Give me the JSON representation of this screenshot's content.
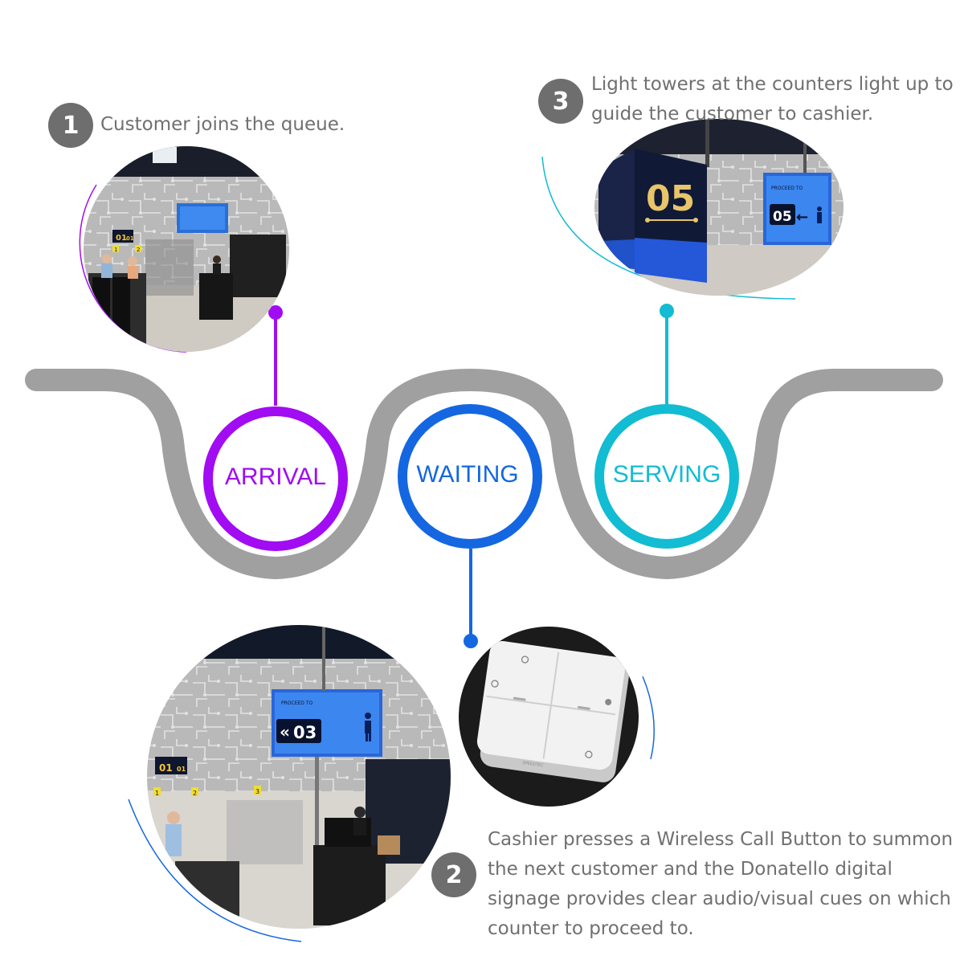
{
  "colors": {
    "road": "#a0a0a0",
    "arrival": "#a10cf2",
    "waiting": "#1467e0",
    "serving": "#12bcd2",
    "badge": "#6e6e6e",
    "text": "#707070"
  },
  "stages": [
    {
      "label": "ARRIVAL"
    },
    {
      "label": "WAITING"
    },
    {
      "label": "SERVING"
    }
  ],
  "steps": [
    {
      "number": "1",
      "text": "Customer joins the queue."
    },
    {
      "number": "2",
      "text": "Cashier presses a Wireless Call Button to summon the next customer and the Donatello digital signage provides clear audio/visual cues on which counter to proceed to."
    },
    {
      "number": "3",
      "text": "Light towers at the counters light up to guide the customer to cashier."
    }
  ],
  "photos": {
    "arrival_sign": {
      "counter": "01",
      "counter_b": "01",
      "shelf_1": "1",
      "shelf_2": "2"
    },
    "serving_tower": {
      "number_side": "05",
      "number_front": "05",
      "screen_title": "PROCEED TO",
      "screen_number": "05"
    },
    "waiting_sign": {
      "screen_title": "PROCEED TO",
      "screen_number": "03",
      "counter": "01",
      "counter_b": "01",
      "shelf_1": "1",
      "shelf_2": "2",
      "shelf_3": "3"
    },
    "button_device": {
      "brand": "SPEEDTEC"
    }
  }
}
